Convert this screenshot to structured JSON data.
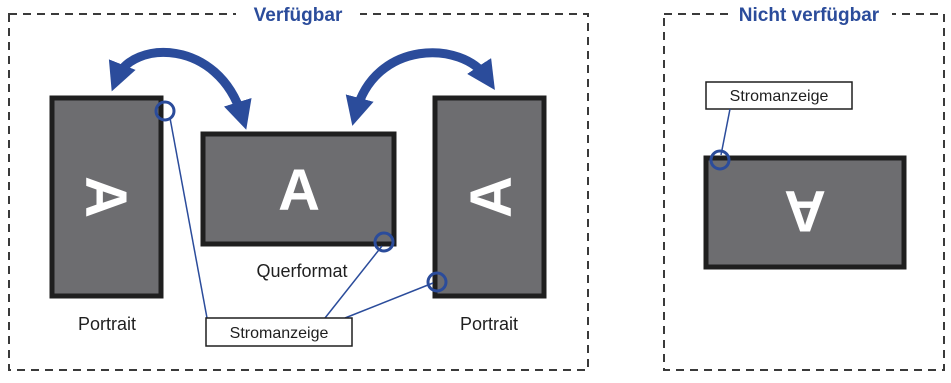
{
  "available": {
    "title": "Verfügbar",
    "monitors": {
      "landscape": {
        "letter": "A",
        "caption": "Querformat"
      },
      "portrait_left": {
        "letter": "A",
        "caption": "Portrait"
      },
      "portrait_right": {
        "letter": "A",
        "caption": "Portrait"
      }
    },
    "power_label": "Stromanzeige"
  },
  "not_available": {
    "title": "Nicht verfügbar",
    "monitor": {
      "letter": "A"
    },
    "power_label": "Stromanzeige"
  },
  "colors": {
    "accent_blue": "#2b4c9b",
    "screen_fill": "#6d6d70",
    "bezel": "#1f1f1f",
    "dashed_border": "#3a3a3a",
    "text": "#1f1f1f"
  }
}
